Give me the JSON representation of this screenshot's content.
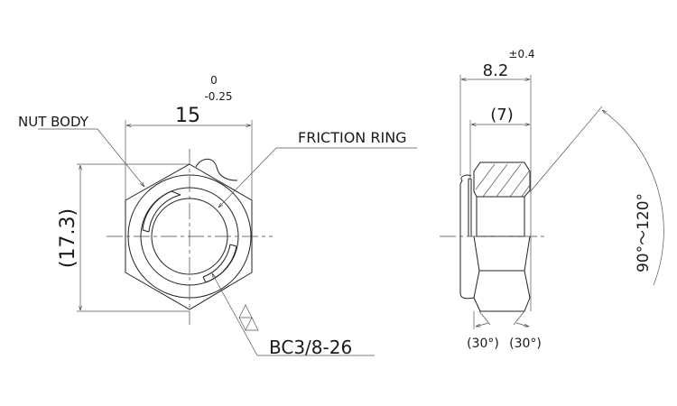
{
  "front_view": {
    "width_dim": "15",
    "width_tol_upper": "0",
    "width_tol_lower": "-0.25",
    "height_dim": "(17.3)",
    "label_nut_body": "NUT BODY",
    "label_friction_ring": "FRICTION RING",
    "label_part_code": "BC3/8-26"
  },
  "side_view": {
    "length_dim": "8.2",
    "length_tol": "±0.4",
    "body_dim": "(7)",
    "angle_dim": "90°～120°",
    "chamfer_left": "(30°)",
    "chamfer_right": "(30°)"
  }
}
